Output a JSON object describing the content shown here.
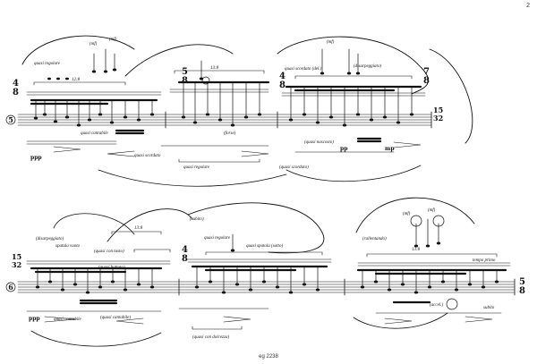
{
  "page": {
    "number": "2",
    "footer": "eg 2238"
  },
  "system1": {
    "marker": "5",
    "time_sig_start": {
      "num": "4",
      "den": "8"
    },
    "time_sig_mid1": {
      "num": "5",
      "den": "8"
    },
    "time_sig_mid2": {
      "num": "4",
      "den": "8"
    },
    "time_sig_end": {
      "num": "7",
      "den": "8"
    },
    "time_sig_end2": {
      "num": "15",
      "den": "32"
    },
    "texts": {
      "quasi_regolare": "quasi regolare",
      "mf1": "(mf)",
      "mf2": "(mf)",
      "mf3": "(mf)",
      "tuplet_12_8": "12:8",
      "quasi_regolare_2": "quasi regolare",
      "tuplet_13_8": "13:8",
      "quasi_scordato": "quasi scordato (del.)",
      "dis_arpeggiato": "(disarpeggiato)",
      "forse": "(forse)",
      "quasi_nascosto": "(quasi nascosto)",
      "ppp": "ppp",
      "pp": "pp",
      "mp": "mp",
      "quasi_scordato_2": "(quasi scordato)",
      "quasi_scordato_3": "quasi scordato",
      "quasi_cantabile": "quasi cantabile"
    }
  },
  "system2": {
    "marker": "6",
    "time_sig_start": {
      "num": "15",
      "den": "32"
    },
    "time_sig_mid": {
      "num": "4",
      "den": "8"
    },
    "time_sig_end": {
      "num": "5",
      "den": "8"
    },
    "texts": {
      "disarpeggiato": "(disarpeggiato)",
      "spatula_vuoto": "spatula vuoto",
      "tuplet_13_8": "13:8",
      "quasi_regolare": "quasi regolare",
      "quasi_spatola": "quasi spatola (sotto)",
      "quasi_con_tasto": "(quasi con tasto)",
      "subito": "(subito)",
      "quasi_con_dolcezza": "(quasi con dolcezza)",
      "mf1": "(mf)",
      "mf2": "(mf)",
      "tuplet_13_8_2": "13:8",
      "rallentando": "(rallentando)",
      "tempo_primo": "tempo primo",
      "ppp": "ppp",
      "quasi_cantabile": "quasi cantabile",
      "quasi_cantabile_2": "(quasi cantabile)",
      "subito_2": "subito",
      "accel": "(accel.)",
      "quasi_battuto": "(quasi battuto)"
    }
  }
}
